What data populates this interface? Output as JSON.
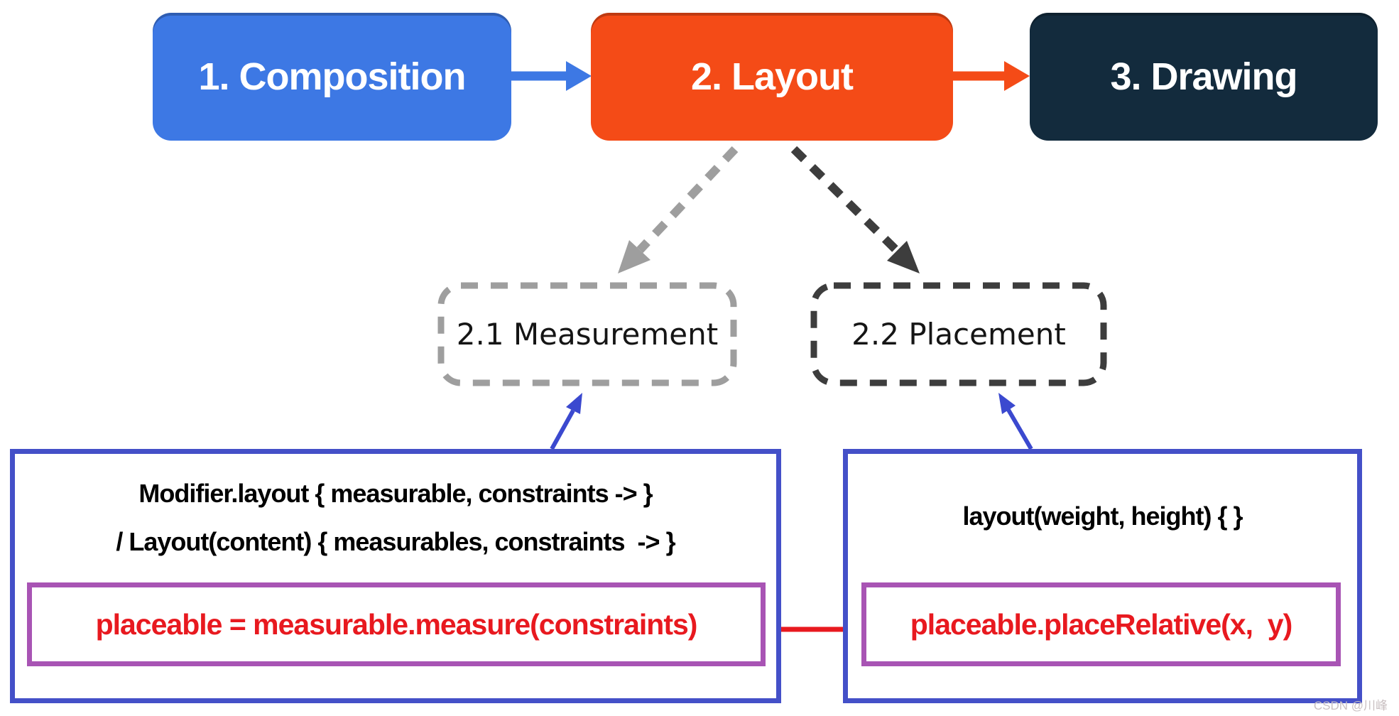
{
  "phases": [
    {
      "label": "1. Composition"
    },
    {
      "label": "2. Layout"
    },
    {
      "label": "3. Drawing"
    }
  ],
  "sub_phases": [
    {
      "label": "2.1 Measurement"
    },
    {
      "label": "2.2 Placement"
    }
  ],
  "measurement_detail": {
    "line1": "Modifier.layout { measurable, constraints -> }",
    "line2": "/ Layout(content) { measurables, constraints  -> }",
    "code": "placeable = measurable.measure(constraints)"
  },
  "placement_detail": {
    "line1": "layout(weight, height) { }",
    "code": "placeable.placeRelative(x,  y)"
  },
  "watermark": "CSDN @川峰",
  "colors": {
    "composition_blue": "#3d78e4",
    "layout_orange": "#f44b17",
    "drawing_navy": "#132b3d",
    "dash_gray": "#9e9e9e",
    "dash_dark": "#3d3d3d",
    "panel_border_blue": "#4450c8",
    "callout_blue": "#3b49cf",
    "code_border_purple": "#a854b4",
    "code_red": "#e8191f",
    "watermark_gray": "#c9c0c2"
  }
}
